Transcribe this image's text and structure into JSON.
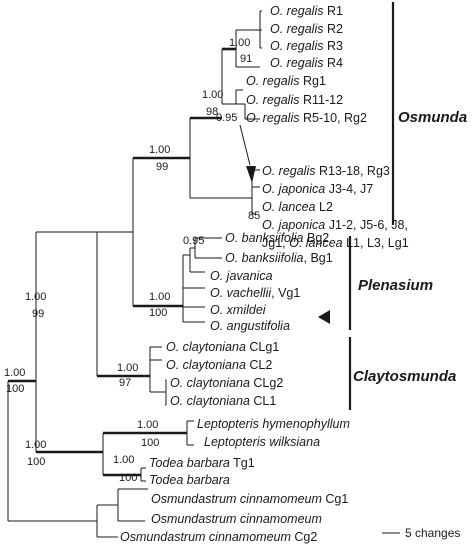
{
  "taxa": [
    {
      "italic": "O. regalis",
      "suffix": " R1"
    },
    {
      "italic": "O. regalis",
      "suffix": " R2"
    },
    {
      "italic": "O. regalis",
      "suffix": " R3"
    },
    {
      "italic": "O. regalis",
      "suffix": " R4"
    },
    {
      "italic": "O. regalis",
      "suffix": " Rg1"
    },
    {
      "italic": "O. regalis",
      "suffix": " R11-12"
    },
    {
      "italic": "O. regalis",
      "suffix": " R5-10, Rg2"
    },
    {
      "italic": "O. regalis",
      "suffix": " R13-18, Rg3"
    },
    {
      "italic": "O. japonica",
      "suffix": " J3-4, J7"
    },
    {
      "italic": "O. lancea",
      "suffix": " L2"
    },
    {
      "italic": "O. japonica",
      "suffix": " J1-2, J5-6, J8,"
    },
    {
      "italic": "",
      "suffix": "Jg1, ",
      "italic2": "O. lancea",
      "suffix2": " L1, L3, Lg1"
    },
    {
      "italic": "O. banksiifolia",
      "suffix": " Bg2"
    },
    {
      "italic": "O. banksiifolia",
      "suffix": ", Bg1"
    },
    {
      "italic": "O. javanica",
      "suffix": ""
    },
    {
      "italic": "O. vachellii",
      "suffix": ", Vg1"
    },
    {
      "italic": "O. xmildei",
      "suffix": ""
    },
    {
      "italic": "O. angustifolia",
      "suffix": ""
    },
    {
      "italic": "O. claytoniana",
      "suffix": " CLg1"
    },
    {
      "italic": "O. claytoniana",
      "suffix": " CL2"
    },
    {
      "italic": "O. claytoniana",
      "suffix": " CLg2"
    },
    {
      "italic": "O. claytoniana",
      "suffix": " CL1"
    },
    {
      "italic": "Leptopteris hymenophyllum",
      "suffix": ""
    },
    {
      "italic": "Leptopteris wilksiana",
      "suffix": ""
    },
    {
      "italic": "Todea barbara",
      "suffix": " Tg1"
    },
    {
      "italic": "Todea barbara",
      "suffix": ""
    },
    {
      "italic": "Osmundastrum cinnamomeum",
      "suffix": " Cg1"
    },
    {
      "italic": "Osmundastrum cinnamomeum",
      "suffix": ""
    },
    {
      "italic": "Osmundastrum cinnamomeum",
      "suffix": " Cg2"
    }
  ],
  "clades": [
    "Osmunda",
    "Plenasium",
    "Claytosmunda"
  ],
  "support": {
    "root": {
      "pp": "1.00",
      "bs": "100"
    },
    "regalis_r1_4": {
      "pp": "1.00",
      "bs": "91"
    },
    "regalis_all": {
      "pp": "1.00",
      "bs": "98"
    },
    "arrow_node": {
      "pp": "0.95"
    },
    "node_85": {
      "bs": "85"
    },
    "osmunda": {
      "pp": "1.00",
      "bs": "99"
    },
    "banksiifolia": {
      "pp": "0.95"
    },
    "plenasium": {
      "pp": "1.00",
      "bs": "100"
    },
    "osmunda_plenasium": {
      "pp": "1.00",
      "bs": "99"
    },
    "claytosmunda": {
      "pp": "1.00",
      "bs": "97"
    },
    "leptopteris": {
      "pp": "1.00",
      "bs": "100"
    },
    "todea": {
      "pp": "1.00",
      "bs": "100"
    },
    "leptopteris_todea": {
      "pp": "1.00",
      "bs": "100"
    }
  },
  "scale_bar": {
    "label": "5 changes"
  }
}
